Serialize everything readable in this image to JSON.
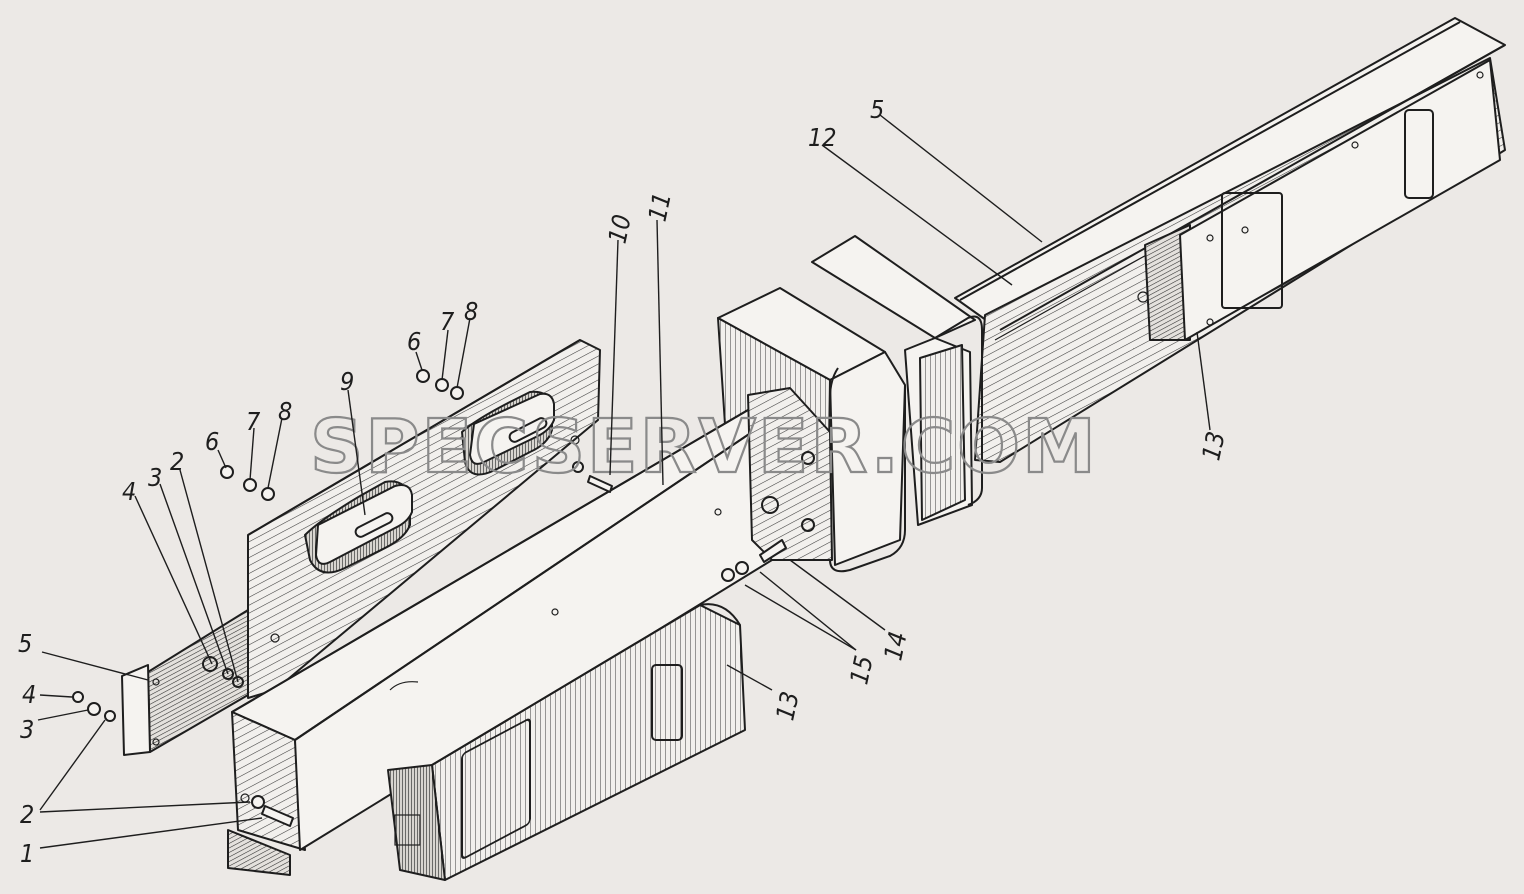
{
  "watermark": "SPECSERVER.COM",
  "callouts": {
    "c1": "1",
    "c2a": "2",
    "c2b": "2",
    "c3a": "3",
    "c3b": "3",
    "c4a": "4",
    "c4b": "4",
    "c5a": "5",
    "c5b": "5",
    "c6a": "6",
    "c6b": "6",
    "c7a": "7",
    "c7b": "7",
    "c8a": "8",
    "c8b": "8",
    "c9": "9",
    "c10": "10",
    "c11": "11",
    "c12": "12",
    "c13a": "13",
    "c13b": "13",
    "c14": "14",
    "c15": "15"
  }
}
